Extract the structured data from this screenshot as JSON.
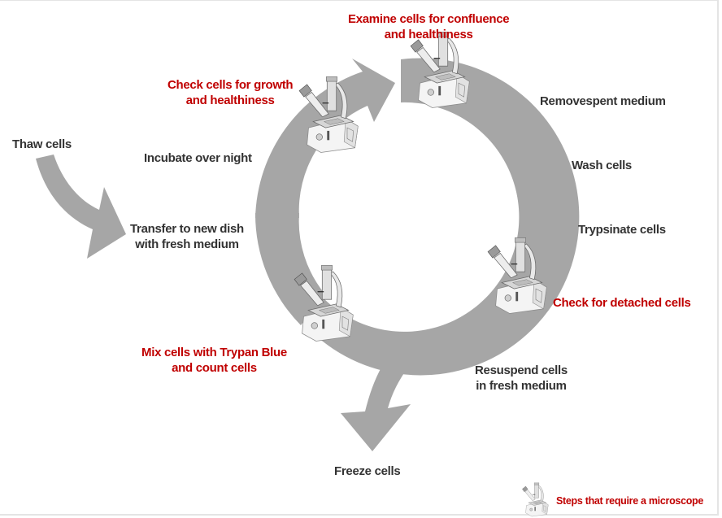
{
  "colors": {
    "arrow": "#a6a6a6",
    "microscope_step": "#c00000",
    "regular_step": "#333333"
  },
  "steps": {
    "thaw": "Thaw cells",
    "transfer": [
      "Transfer to new dish",
      "with fresh medium"
    ],
    "incubate": "Incubate over night",
    "check_growth": [
      "Check cells for growth",
      "and healthiness"
    ],
    "examine": [
      "Examine cells for confluence",
      "and healthiness"
    ],
    "remove": "Removespent medium",
    "wash": "Wash cells",
    "trypsinate": "Trypsinate cells",
    "check_detached": "Check for detached cells",
    "resuspend": [
      "Resuspend cells",
      "in fresh medium"
    ],
    "mix": [
      "Mix cells with Trypan Blue",
      "and count cells"
    ],
    "freeze": "Freeze cells"
  },
  "legend": {
    "icon": "microscope-icon",
    "text": "Steps that require a microscope"
  }
}
